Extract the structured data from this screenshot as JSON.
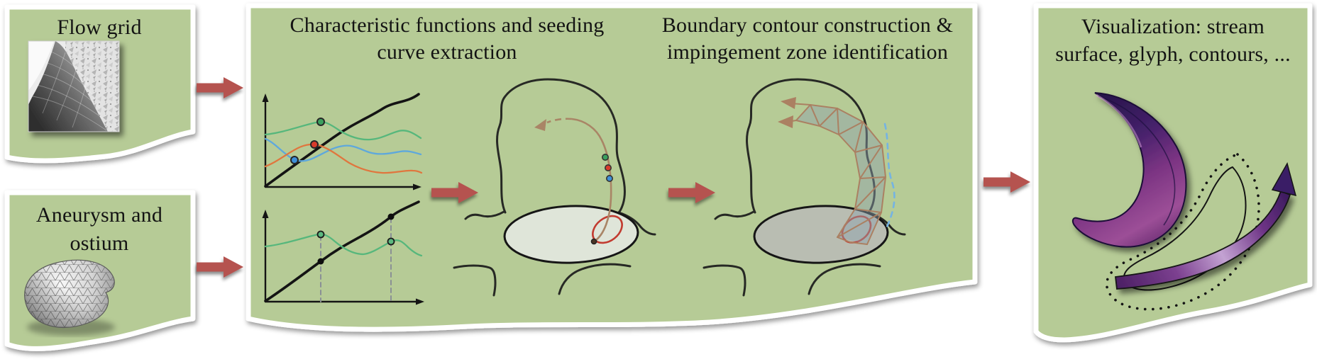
{
  "panels": {
    "flow_grid": {
      "title": "Flow grid"
    },
    "aneurysm_ostium": {
      "title_line1": "Aneurysm and",
      "title_line2": "ostium"
    },
    "pipeline": {
      "step1": {
        "title_line1": "Characteristic functions and seeding",
        "title_line2": "curve extraction"
      },
      "step2": {
        "title_line1": "Boundary contour construction &",
        "title_line2": "impingement zone identification"
      }
    },
    "visualization": {
      "title_line1": "Visualization: stream",
      "title_line2": "surface, glyph, contours, ..."
    }
  },
  "colors": {
    "panel_green": "#b6cb96",
    "panel_border": "#ffffff",
    "arrow_red": "#b5524f",
    "curve_black": "#141414",
    "curve_green": "#56b77c",
    "curve_blue": "#5ea8dc",
    "curve_orange": "#e0763e",
    "marker_green": "#3ca05e",
    "marker_red": "#d93b2b",
    "marker_blue": "#3e8fd8",
    "dashed_gray": "#8a9095",
    "streamline_brown": "#a98566",
    "mesh_band_brown": "#ab8062",
    "seed_loop_red": "#c23b30",
    "dashed_blue": "#74b3e3",
    "ostium_fill_left": "#dfe5d9",
    "ostium_fill_right": "#b9bdb2",
    "surface_purple_dark": "#241447",
    "surface_purple_light": "#9c4f97"
  },
  "charts": {
    "characteristic_top": {
      "type": "line",
      "series": [
        {
          "color": "#141414",
          "style": "thick increasing curve"
        },
        {
          "color": "#56b77c",
          "marker": "green circle at local maximum"
        },
        {
          "color": "#5ea8dc",
          "marker": "blue circle at local minimum"
        },
        {
          "color": "#e0763e",
          "marker": "red circle at local maximum"
        }
      ],
      "axes": "unlabeled sketch axes with arrowheads"
    },
    "characteristic_bottom": {
      "type": "line",
      "series": [
        {
          "color": "#141414",
          "marker": "black filled dots",
          "style": "thick increasing curve"
        },
        {
          "color": "#56b77c",
          "marker": "green circles at two local maxima"
        }
      ],
      "annotations": "two gray dashed vertical correspondence lines",
      "axes": "unlabeled sketch axes with arrowheads"
    }
  }
}
